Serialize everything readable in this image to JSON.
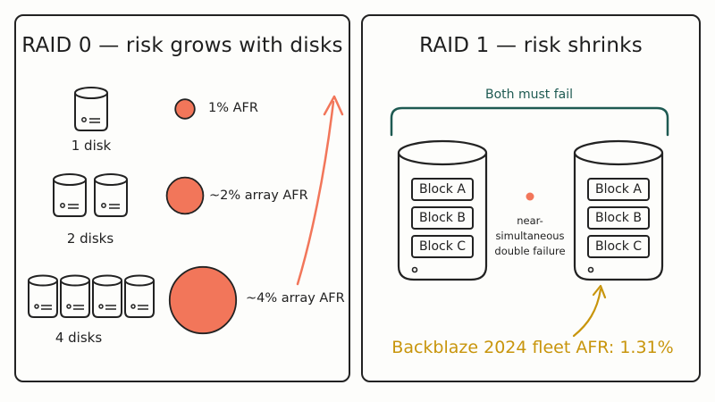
{
  "colors": {
    "ink": "#222222",
    "accent": "#f2765a",
    "teal": "#1e5a52",
    "gold": "#c8950c"
  },
  "raid0": {
    "title": "RAID 0 — risk grows with disks",
    "rows": [
      {
        "disk_label": "1 disk",
        "disk_count": 1,
        "afr_label": "1% AFR",
        "afr_percent": 1
      },
      {
        "disk_label": "2 disks",
        "disk_count": 2,
        "afr_label": "~2% array AFR",
        "afr_percent": 2
      },
      {
        "disk_label": "4 disks",
        "disk_count": 4,
        "afr_label": "~4% array AFR",
        "afr_percent": 4
      }
    ]
  },
  "raid1": {
    "title": "RAID 1 — risk shrinks",
    "bracket_label": "Both must fail",
    "disks": [
      {
        "blocks": [
          "Block A",
          "Block B",
          "Block C"
        ]
      },
      {
        "blocks": [
          "Block A",
          "Block B",
          "Block C"
        ]
      }
    ],
    "middle_note_line1": "near-simultaneous",
    "middle_note_line2": "double failure",
    "footer": "Backblaze 2024 fleet AFR: 1.31%"
  }
}
